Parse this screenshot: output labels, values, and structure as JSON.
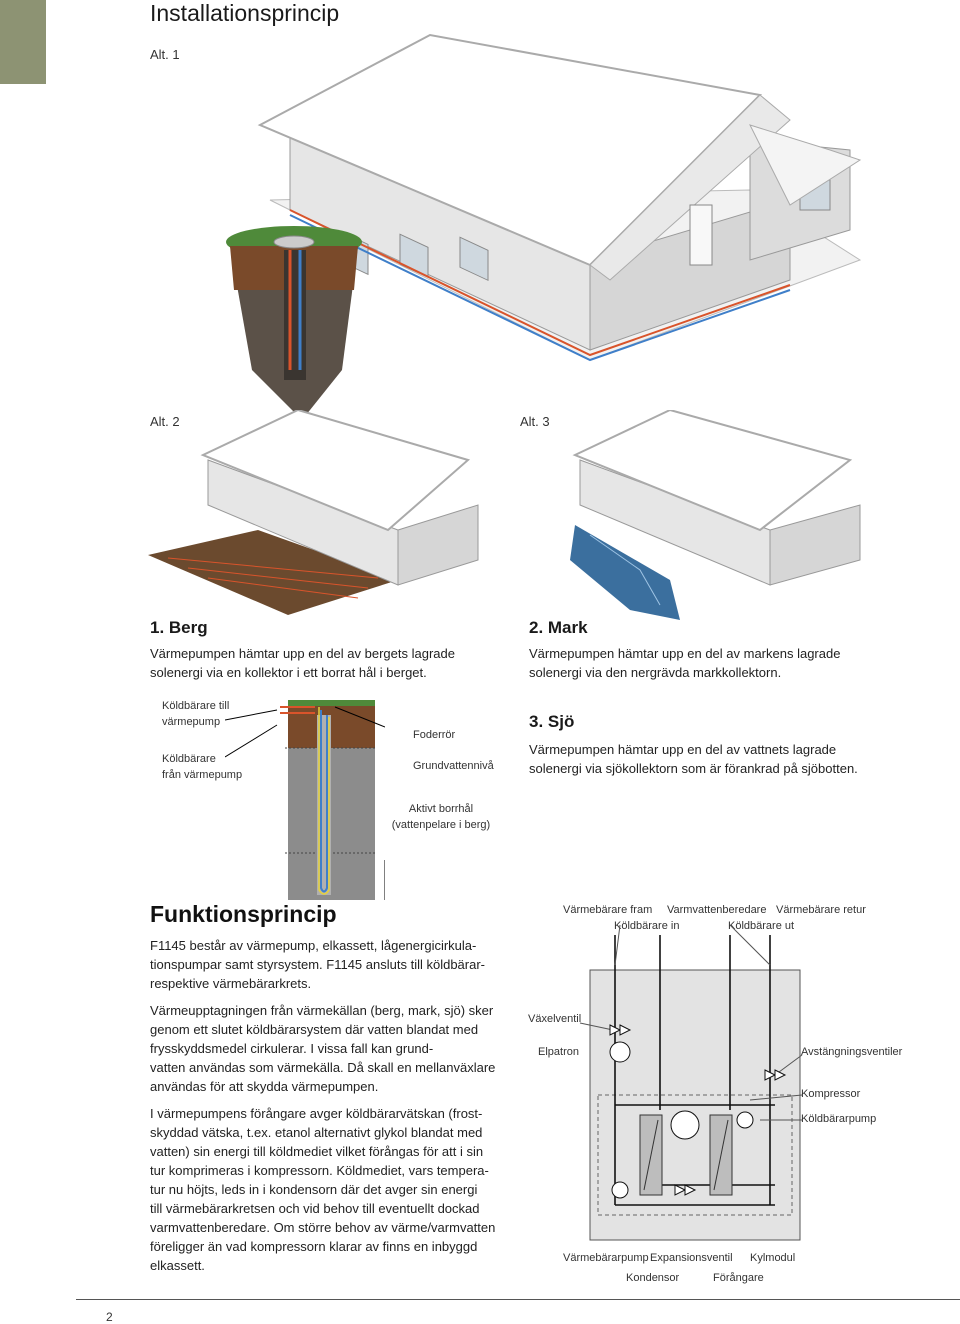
{
  "header": {
    "title": "Installationsprincip",
    "alt1": "Alt. 1",
    "alt2": "Alt. 2",
    "alt3": "Alt. 3"
  },
  "options": {
    "berg": {
      "heading": "1. Berg",
      "text1": "Värmepumpen hämtar upp en del av bergets lagrade",
      "text2": "solenergi via en kollektor i ett borrat hål i berget."
    },
    "mark": {
      "heading": "2. Mark",
      "text1": "Värmepumpen hämtar upp en del av markens  lagrade",
      "text2": "solenergi via den nergrävda markkollektorn."
    },
    "sjo": {
      "heading": "3. Sjö",
      "text1": "Värmepumpen hämtar upp en del av vattnets lagrade",
      "text2": "solenergi via sjökollektorn som är förankrad på sjöbotten."
    }
  },
  "borehole": {
    "to_pump_1": "Köldbärare till",
    "to_pump_2": "värmepump",
    "from_pump_1": "Köldbärare",
    "from_pump_2": "från värmepump",
    "casing": "Foderrör",
    "groundwater": "Grundvattennivå",
    "active_1": "Aktivt borrhål",
    "active_2": "(vattenpelare i berg)"
  },
  "funktion": {
    "heading": "Funktionsprincip",
    "p1": [
      "F1145 består av värmepump, elkassett, lågenergicirkula-",
      "tionspumpar samt styrsystem. F1145 ansluts till köldbärar-",
      "respektive värmebärarkrets."
    ],
    "p2": [
      "Värmeupptagningen från värmekällan (berg, mark, sjö) sker",
      "genom ett slutet köldbärarsystem där vatten blandat med",
      "frysskyddsmedel cirkulerar. I vissa fall kan grund-",
      "vatten användas som värmekälla. Då skall en mellanväxlare",
      "användas för att skydda värmepumpen."
    ],
    "p3": [
      "I värmepumpens förångare avger köldbärarvätskan (frost-",
      "skyddad vätska, t.ex. etanol alternativt glykol blandat med",
      "vatten) sin energi till köldmediet vilket förångas för att i sin",
      "tur komprimeras i kompressorn. Köldmediet, vars tempera-",
      "tur nu höjts, leds in i kondensorn där det avger sin energi",
      "till värmebärarkretsen och vid behov till eventuellt dockad",
      "varmvattenberedare. Om större behov av värme/varmvatten",
      "föreligger än vad kompressorn klarar av finns en inbyggd",
      "elkassett."
    ]
  },
  "schematic": {
    "heat_out": "Värmebärare fram",
    "dhw": "Varmvattenberedare",
    "heat_return": "Värmebärare retur",
    "brine_in": "Köldbärare in",
    "brine_out": "Köldbärare ut",
    "valve": "Växelventil",
    "heater": "Elpatron",
    "shutoff": "Avstängningsventiler",
    "compressor": "Kompressor",
    "brine_pump": "Köldbärarpump",
    "heat_pump": "Värmebärarpump",
    "expansion": "Expansionsventil",
    "cooling": "Kylmodul",
    "condenser": "Kondensor",
    "evaporator": "Förångare"
  },
  "footer": {
    "page": "2"
  },
  "colors": {
    "accent": "#8d9373",
    "hot": "#d9542b",
    "cold": "#3f7fc9",
    "soil": "#7a4a2a",
    "rock": "#8c8c8c",
    "grass": "#4f8a3a"
  }
}
